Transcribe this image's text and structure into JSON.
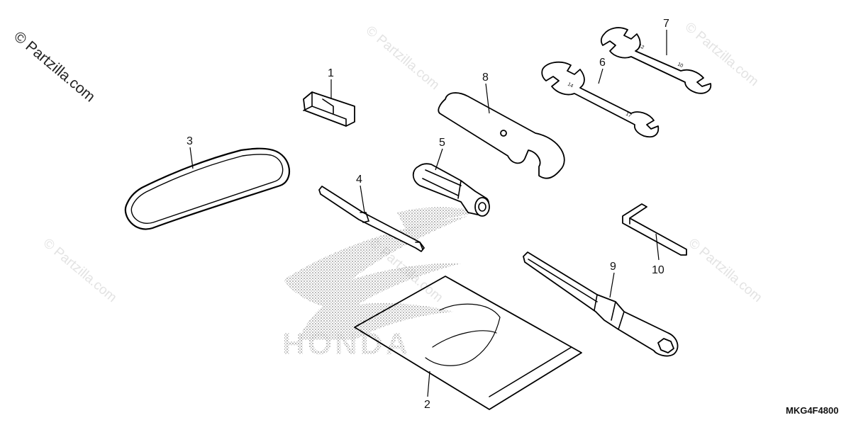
{
  "watermark": {
    "main": "© Partzilla.com",
    "faint": "© Partzilla.com"
  },
  "background_logo": {
    "text": "HONDA",
    "color": "#8a8a8a"
  },
  "diagram_code": "MKG4F4800",
  "callouts": {
    "c1": "1",
    "c2": "2",
    "c3": "3",
    "c4": "4",
    "c5": "5",
    "c6": "6",
    "c7": "7",
    "c8": "8",
    "c9": "9",
    "c10": "10"
  }
}
